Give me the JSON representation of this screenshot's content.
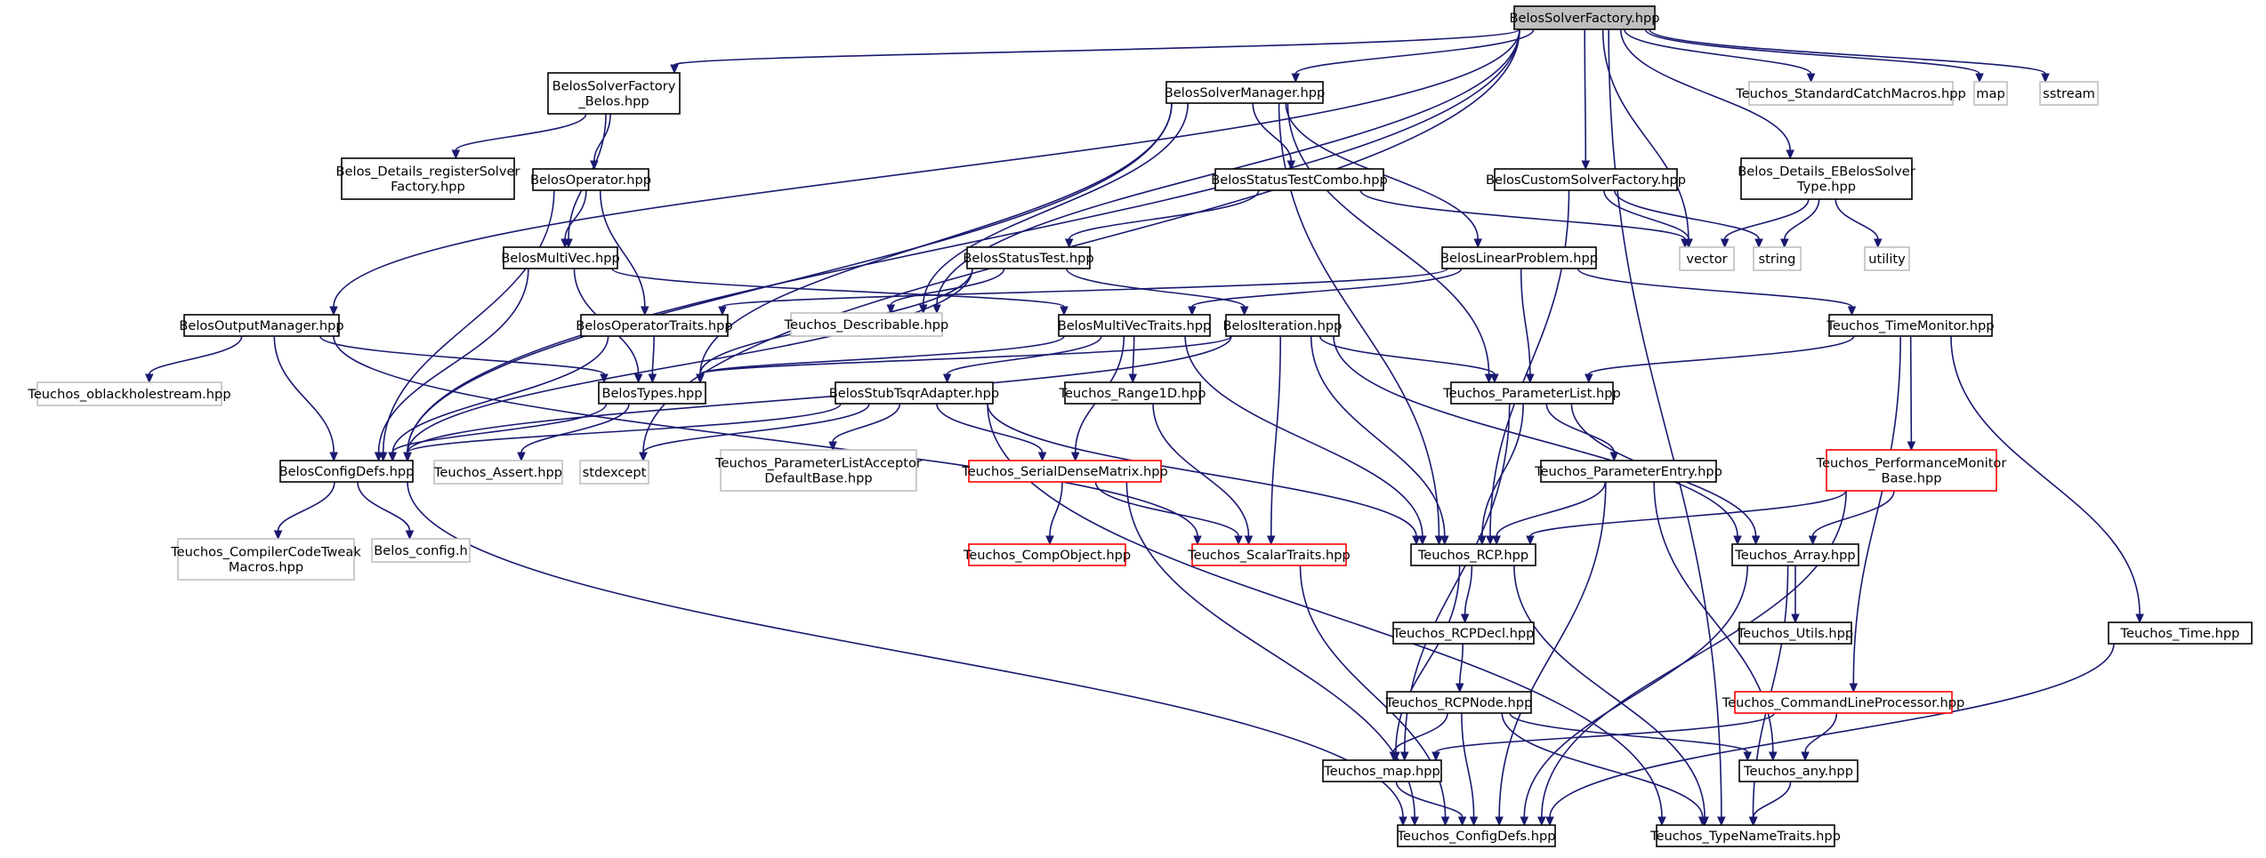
{
  "graph": {
    "colors": {
      "edge": "#191970",
      "root_fill": "#bfbfbf",
      "external_border": "#bfbfbf",
      "truncated_border": "#ff0000"
    },
    "nodes": [
      {
        "id": "root",
        "lines": [
          "BelosSolverFactory.hpp"
        ],
        "style": "root"
      },
      {
        "id": "factory_belos",
        "lines": [
          "BelosSolverFactory",
          "_Belos.hpp"
        ],
        "style": "normal"
      },
      {
        "id": "solver_manager",
        "lines": [
          "BelosSolverManager.hpp"
        ],
        "style": "normal"
      },
      {
        "id": "std_catch",
        "lines": [
          "Teuchos_StandardCatchMacros.hpp"
        ],
        "style": "external"
      },
      {
        "id": "map",
        "lines": [
          "map"
        ],
        "style": "external"
      },
      {
        "id": "sstream",
        "lines": [
          "sstream"
        ],
        "style": "external"
      },
      {
        "id": "register_solver",
        "lines": [
          "Belos_Details_registerSolver",
          "Factory.hpp"
        ],
        "style": "normal"
      },
      {
        "id": "operator",
        "lines": [
          "BelosOperator.hpp"
        ],
        "style": "normal"
      },
      {
        "id": "status_combo",
        "lines": [
          "BelosStatusTestCombo.hpp"
        ],
        "style": "normal"
      },
      {
        "id": "custom_factory",
        "lines": [
          "BelosCustomSolverFactory.hpp"
        ],
        "style": "normal"
      },
      {
        "id": "e_solver_type",
        "lines": [
          "Belos_Details_EBelosSolver",
          "Type.hpp"
        ],
        "style": "normal"
      },
      {
        "id": "multivec",
        "lines": [
          "BelosMultiVec.hpp"
        ],
        "style": "normal"
      },
      {
        "id": "status_test",
        "lines": [
          "BelosStatusTest.hpp"
        ],
        "style": "normal"
      },
      {
        "id": "linear_problem",
        "lines": [
          "BelosLinearProblem.hpp"
        ],
        "style": "normal"
      },
      {
        "id": "vector",
        "lines": [
          "vector"
        ],
        "style": "external"
      },
      {
        "id": "string",
        "lines": [
          "string"
        ],
        "style": "external"
      },
      {
        "id": "utility",
        "lines": [
          "utility"
        ],
        "style": "external"
      },
      {
        "id": "output_manager",
        "lines": [
          "BelosOutputManager.hpp"
        ],
        "style": "normal"
      },
      {
        "id": "operator_traits",
        "lines": [
          "BelosOperatorTraits.hpp"
        ],
        "style": "normal"
      },
      {
        "id": "describable",
        "lines": [
          "Teuchos_Describable.hpp"
        ],
        "style": "external"
      },
      {
        "id": "multivec_traits",
        "lines": [
          "BelosMultiVecTraits.hpp"
        ],
        "style": "normal"
      },
      {
        "id": "iteration",
        "lines": [
          "BelosIteration.hpp"
        ],
        "style": "normal"
      },
      {
        "id": "time_monitor",
        "lines": [
          "Teuchos_TimeMonitor.hpp"
        ],
        "style": "normal"
      },
      {
        "id": "oblackhole",
        "lines": [
          "Teuchos_oblackholestream.hpp"
        ],
        "style": "external"
      },
      {
        "id": "types",
        "lines": [
          "BelosTypes.hpp"
        ],
        "style": "normal"
      },
      {
        "id": "stub_tsqr",
        "lines": [
          "BelosStubTsqrAdapter.hpp"
        ],
        "style": "normal"
      },
      {
        "id": "range1d",
        "lines": [
          "Teuchos_Range1D.hpp"
        ],
        "style": "normal"
      },
      {
        "id": "parameter_list",
        "lines": [
          "Teuchos_ParameterList.hpp"
        ],
        "style": "normal"
      },
      {
        "id": "config_defs",
        "lines": [
          "BelosConfigDefs.hpp"
        ],
        "style": "normal"
      },
      {
        "id": "assert",
        "lines": [
          "Teuchos_Assert.hpp"
        ],
        "style": "external"
      },
      {
        "id": "stdexcept",
        "lines": [
          "stdexcept"
        ],
        "style": "external"
      },
      {
        "id": "pl_acceptor",
        "lines": [
          "Teuchos_ParameterListAcceptor",
          "DefaultBase.hpp"
        ],
        "style": "external"
      },
      {
        "id": "serial_dense",
        "lines": [
          "Teuchos_SerialDenseMatrix.hpp"
        ],
        "style": "truncated"
      },
      {
        "id": "parameter_entry",
        "lines": [
          "Teuchos_ParameterEntry.hpp"
        ],
        "style": "normal"
      },
      {
        "id": "perf_monitor",
        "lines": [
          "Teuchos_PerformanceMonitor",
          "Base.hpp"
        ],
        "style": "truncated"
      },
      {
        "id": "compiler_tweak",
        "lines": [
          "Teuchos_CompilerCodeTweak",
          "Macros.hpp"
        ],
        "style": "external"
      },
      {
        "id": "belos_config_h",
        "lines": [
          "Belos_config.h"
        ],
        "style": "external"
      },
      {
        "id": "comp_object",
        "lines": [
          "Teuchos_CompObject.hpp"
        ],
        "style": "truncated"
      },
      {
        "id": "scalar_traits",
        "lines": [
          "Teuchos_ScalarTraits.hpp"
        ],
        "style": "truncated"
      },
      {
        "id": "rcp",
        "lines": [
          "Teuchos_RCP.hpp"
        ],
        "style": "normal"
      },
      {
        "id": "array",
        "lines": [
          "Teuchos_Array.hpp"
        ],
        "style": "normal"
      },
      {
        "id": "rcp_decl",
        "lines": [
          "Teuchos_RCPDecl.hpp"
        ],
        "style": "normal"
      },
      {
        "id": "utils",
        "lines": [
          "Teuchos_Utils.hpp"
        ],
        "style": "normal"
      },
      {
        "id": "time",
        "lines": [
          "Teuchos_Time.hpp"
        ],
        "style": "normal"
      },
      {
        "id": "rcp_node",
        "lines": [
          "Teuchos_RCPNode.hpp"
        ],
        "style": "normal"
      },
      {
        "id": "cmdline",
        "lines": [
          "Teuchos_CommandLineProcessor.hpp"
        ],
        "style": "truncated"
      },
      {
        "id": "teuchos_map",
        "lines": [
          "Teuchos_map.hpp"
        ],
        "style": "normal"
      },
      {
        "id": "any",
        "lines": [
          "Teuchos_any.hpp"
        ],
        "style": "normal"
      },
      {
        "id": "teuchos_config_defs",
        "lines": [
          "Teuchos_ConfigDefs.hpp"
        ],
        "style": "normal"
      },
      {
        "id": "type_name_traits",
        "lines": [
          "Teuchos_TypeNameTraits.hpp"
        ],
        "style": "normal"
      }
    ],
    "edges": [
      [
        "root",
        "factory_belos"
      ],
      [
        "root",
        "solver_manager"
      ],
      [
        "root",
        "std_catch"
      ],
      [
        "root",
        "map"
      ],
      [
        "root",
        "sstream"
      ],
      [
        "root",
        "output_manager"
      ],
      [
        "root",
        "config_defs"
      ],
      [
        "root",
        "describable"
      ],
      [
        "root",
        "stdexcept"
      ],
      [
        "root",
        "custom_factory"
      ],
      [
        "root",
        "e_solver_type"
      ],
      [
        "root",
        "vector"
      ],
      [
        "root",
        "type_name_traits"
      ],
      [
        "factory_belos",
        "register_solver"
      ],
      [
        "factory_belos",
        "operator"
      ],
      [
        "factory_belos",
        "multivec"
      ],
      [
        "solver_manager",
        "status_combo"
      ],
      [
        "solver_manager",
        "linear_problem"
      ],
      [
        "solver_manager",
        "config_defs"
      ],
      [
        "solver_manager",
        "types"
      ],
      [
        "solver_manager",
        "describable"
      ],
      [
        "solver_manager",
        "parameter_list"
      ],
      [
        "solver_manager",
        "rcp"
      ],
      [
        "operator",
        "multivec"
      ],
      [
        "operator",
        "operator_traits"
      ],
      [
        "operator",
        "config_defs"
      ],
      [
        "status_combo",
        "status_test"
      ],
      [
        "status_combo",
        "vector"
      ],
      [
        "custom_factory",
        "vector"
      ],
      [
        "custom_factory",
        "string"
      ],
      [
        "custom_factory",
        "rcp"
      ],
      [
        "e_solver_type",
        "vector"
      ],
      [
        "e_solver_type",
        "string"
      ],
      [
        "e_solver_type",
        "utility"
      ],
      [
        "multivec",
        "multivec_traits"
      ],
      [
        "multivec",
        "types"
      ],
      [
        "multivec",
        "config_defs"
      ],
      [
        "status_test",
        "describable"
      ],
      [
        "status_test",
        "iteration"
      ],
      [
        "status_test",
        "types"
      ],
      [
        "status_test",
        "config_defs"
      ],
      [
        "linear_problem",
        "operator_traits"
      ],
      [
        "linear_problem",
        "multivec_traits"
      ],
      [
        "linear_problem",
        "parameter_list"
      ],
      [
        "linear_problem",
        "time_monitor"
      ],
      [
        "output_manager",
        "oblackhole"
      ],
      [
        "output_manager",
        "types"
      ],
      [
        "output_manager",
        "config_defs"
      ],
      [
        "output_manager",
        "scalar_traits"
      ],
      [
        "operator_traits",
        "types"
      ],
      [
        "operator_traits",
        "config_defs"
      ],
      [
        "multivec_traits",
        "types"
      ],
      [
        "multivec_traits",
        "stub_tsqr"
      ],
      [
        "multivec_traits",
        "range1d"
      ],
      [
        "multivec_traits",
        "serial_dense"
      ],
      [
        "multivec_traits",
        "rcp"
      ],
      [
        "iteration",
        "types"
      ],
      [
        "iteration",
        "config_defs"
      ],
      [
        "iteration",
        "parameter_list"
      ],
      [
        "iteration",
        "scalar_traits"
      ],
      [
        "iteration",
        "rcp"
      ],
      [
        "iteration",
        "array"
      ],
      [
        "time_monitor",
        "parameter_list"
      ],
      [
        "time_monitor",
        "perf_monitor"
      ],
      [
        "time_monitor",
        "time"
      ],
      [
        "time_monitor",
        "cmdline"
      ],
      [
        "types",
        "config_defs"
      ],
      [
        "types",
        "assert"
      ],
      [
        "stub_tsqr",
        "config_defs"
      ],
      [
        "stub_tsqr",
        "stdexcept"
      ],
      [
        "stub_tsqr",
        "pl_acceptor"
      ],
      [
        "stub_tsqr",
        "serial_dense"
      ],
      [
        "stub_tsqr",
        "rcp"
      ],
      [
        "stub_tsqr",
        "type_name_traits"
      ],
      [
        "range1d",
        "scalar_traits"
      ],
      [
        "parameter_list",
        "parameter_entry"
      ],
      [
        "parameter_list",
        "rcp"
      ],
      [
        "parameter_list",
        "array"
      ],
      [
        "parameter_list",
        "teuchos_map"
      ],
      [
        "config_defs",
        "compiler_tweak"
      ],
      [
        "config_defs",
        "belos_config_h"
      ],
      [
        "config_defs",
        "teuchos_config_defs"
      ],
      [
        "serial_dense",
        "comp_object"
      ],
      [
        "serial_dense",
        "scalar_traits"
      ],
      [
        "serial_dense",
        "teuchos_config_defs"
      ],
      [
        "parameter_entry",
        "rcp"
      ],
      [
        "parameter_entry",
        "any"
      ],
      [
        "parameter_entry",
        "teuchos_config_defs"
      ],
      [
        "perf_monitor",
        "rcp"
      ],
      [
        "perf_monitor",
        "array"
      ],
      [
        "perf_monitor",
        "teuchos_config_defs"
      ],
      [
        "scalar_traits",
        "teuchos_config_defs"
      ],
      [
        "rcp",
        "rcp_decl"
      ],
      [
        "rcp",
        "teuchos_map"
      ],
      [
        "rcp",
        "type_name_traits"
      ],
      [
        "array",
        "utils"
      ],
      [
        "array",
        "teuchos_config_defs"
      ],
      [
        "array",
        "type_name_traits"
      ],
      [
        "rcp_decl",
        "rcp_node"
      ],
      [
        "rcp_node",
        "teuchos_map"
      ],
      [
        "rcp_node",
        "any"
      ],
      [
        "rcp_node",
        "teuchos_config_defs"
      ],
      [
        "rcp_node",
        "type_name_traits"
      ],
      [
        "time",
        "teuchos_config_defs"
      ],
      [
        "cmdline",
        "teuchos_map"
      ],
      [
        "cmdline",
        "any"
      ],
      [
        "teuchos_map",
        "teuchos_config_defs"
      ],
      [
        "any",
        "type_name_traits"
      ]
    ]
  }
}
